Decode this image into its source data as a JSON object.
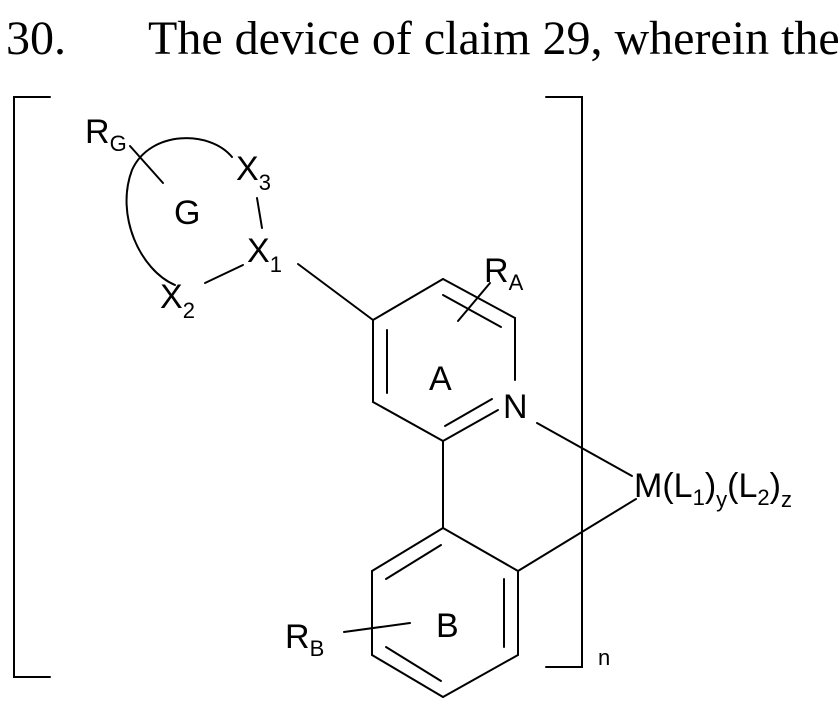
{
  "claim": {
    "number": "30.",
    "text": "The device of claim 29, wherein the"
  },
  "structure": {
    "ring_g": {
      "label": "G",
      "substituent": "R",
      "substituent_sub": "G"
    },
    "atoms": {
      "x3": {
        "base": "X",
        "sub": "3"
      },
      "x1": {
        "base": "X",
        "sub": "1"
      },
      "x2": {
        "base": "X",
        "sub": "2"
      }
    },
    "ring_a": {
      "label": "A",
      "substituent": "R",
      "substituent_sub": "A",
      "nitrogen": "N"
    },
    "ring_b": {
      "label": "B",
      "substituent": "R",
      "substituent_sub": "B"
    },
    "metal": {
      "symbol": "M",
      "open1": "(L",
      "l1_sub": "1",
      "close1": ")",
      "y_sub": "y",
      "open2": "(L",
      "l2_sub": "2",
      "close2": ")",
      "z_sub": "z"
    },
    "repeat_sub": "n",
    "line_color": "#000000"
  }
}
